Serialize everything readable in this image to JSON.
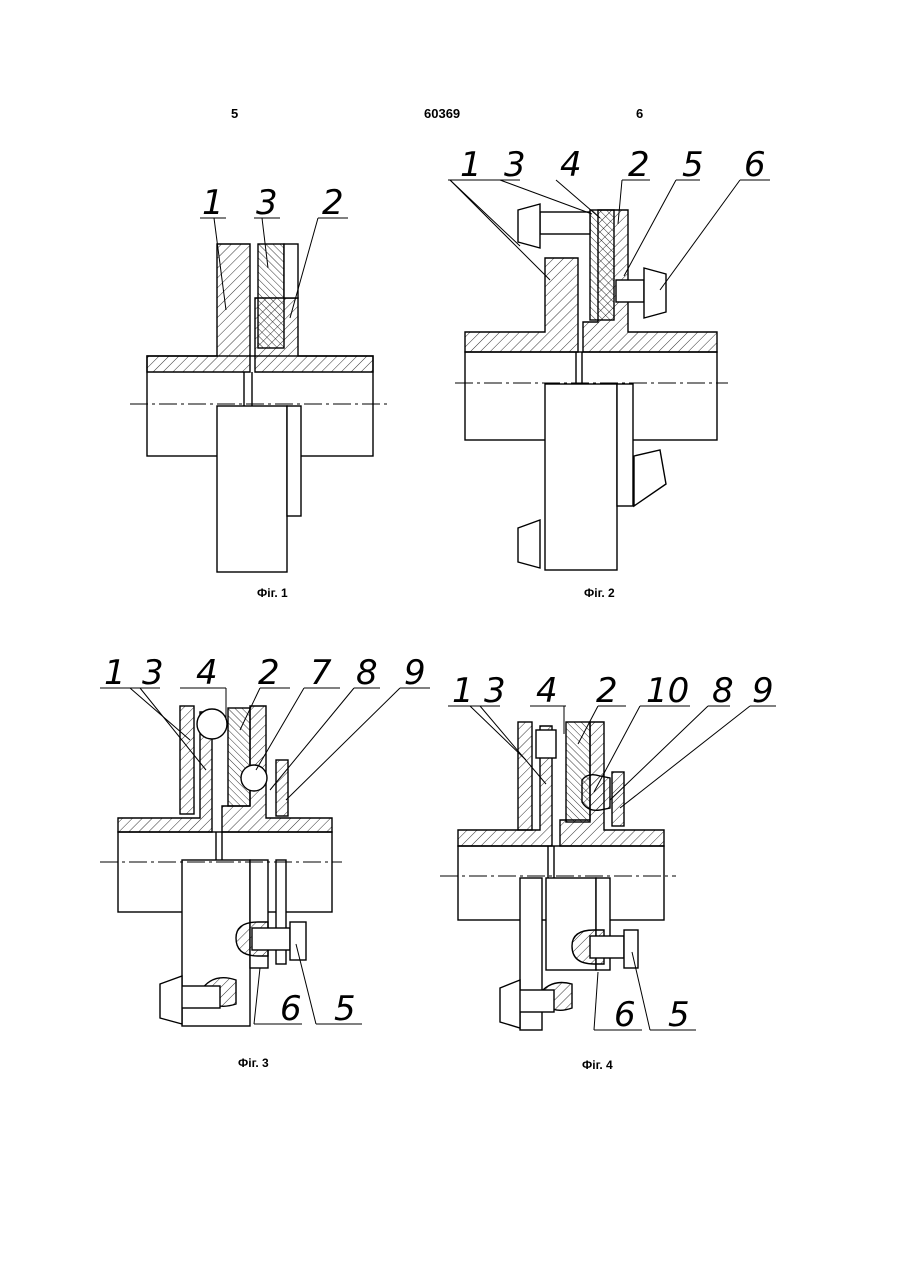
{
  "header": {
    "left_page": "5",
    "patent_number": "60369",
    "right_page": "6"
  },
  "figures": [
    {
      "caption": "Фіг. 1",
      "labels": [
        "1",
        "3",
        "2"
      ]
    },
    {
      "caption": "Фіг. 2",
      "labels": [
        "1",
        "3",
        "4",
        "2",
        "5",
        "6"
      ]
    },
    {
      "caption": "Фіг. 3",
      "labels": [
        "1",
        "3",
        "4",
        "2",
        "7",
        "8",
        "9",
        "6",
        "5"
      ]
    },
    {
      "caption": "Фіг. 4",
      "labels": [
        "1",
        "3",
        "4",
        "2",
        "10",
        "8",
        "9",
        "6",
        "5"
      ]
    }
  ]
}
